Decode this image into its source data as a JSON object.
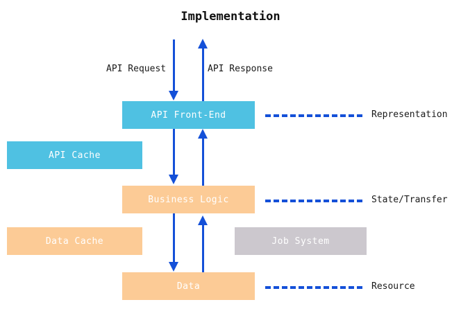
{
  "diagram": {
    "title": "Implementation",
    "boxes": [
      {
        "id": "api-front-end",
        "label": "API Front-End",
        "color": "#4FC1E2",
        "layer": "representation"
      },
      {
        "id": "api-cache",
        "label": "API Cache",
        "color": "#4FC1E2",
        "layer": "representation"
      },
      {
        "id": "business-logic",
        "label": "Business Logic",
        "color": "#FCCB96",
        "layer": "state-transfer"
      },
      {
        "id": "data-cache",
        "label": "Data Cache",
        "color": "#FCCB96",
        "layer": "state-transfer"
      },
      {
        "id": "job-system",
        "label": "Job System",
        "color": "#CCC8CE",
        "layer": "state-transfer"
      },
      {
        "id": "data",
        "label": "Data",
        "color": "#FCCB96",
        "layer": "resource"
      }
    ],
    "arrows": [
      {
        "id": "api-request",
        "label": "API Request",
        "direction": "down",
        "color": "#1450D8"
      },
      {
        "id": "api-response",
        "label": "API Response",
        "direction": "up",
        "color": "#1450D8"
      },
      {
        "id": "front-end-to-business",
        "label": "",
        "direction": "down",
        "color": "#1450D8"
      },
      {
        "id": "business-to-front-end",
        "label": "",
        "direction": "up",
        "color": "#1450D8"
      },
      {
        "id": "business-to-data",
        "label": "",
        "direction": "down",
        "color": "#1450D8"
      },
      {
        "id": "data-to-business",
        "label": "",
        "direction": "up",
        "color": "#1450D8"
      }
    ],
    "layer_labels": [
      {
        "id": "representation",
        "label": "Representation",
        "line_color": "#1450D8"
      },
      {
        "id": "state-transfer",
        "label": "State/Transfer",
        "line_color": "#1450D8"
      },
      {
        "id": "resource",
        "label": "Resource",
        "line_color": "#1450D8"
      }
    ]
  }
}
